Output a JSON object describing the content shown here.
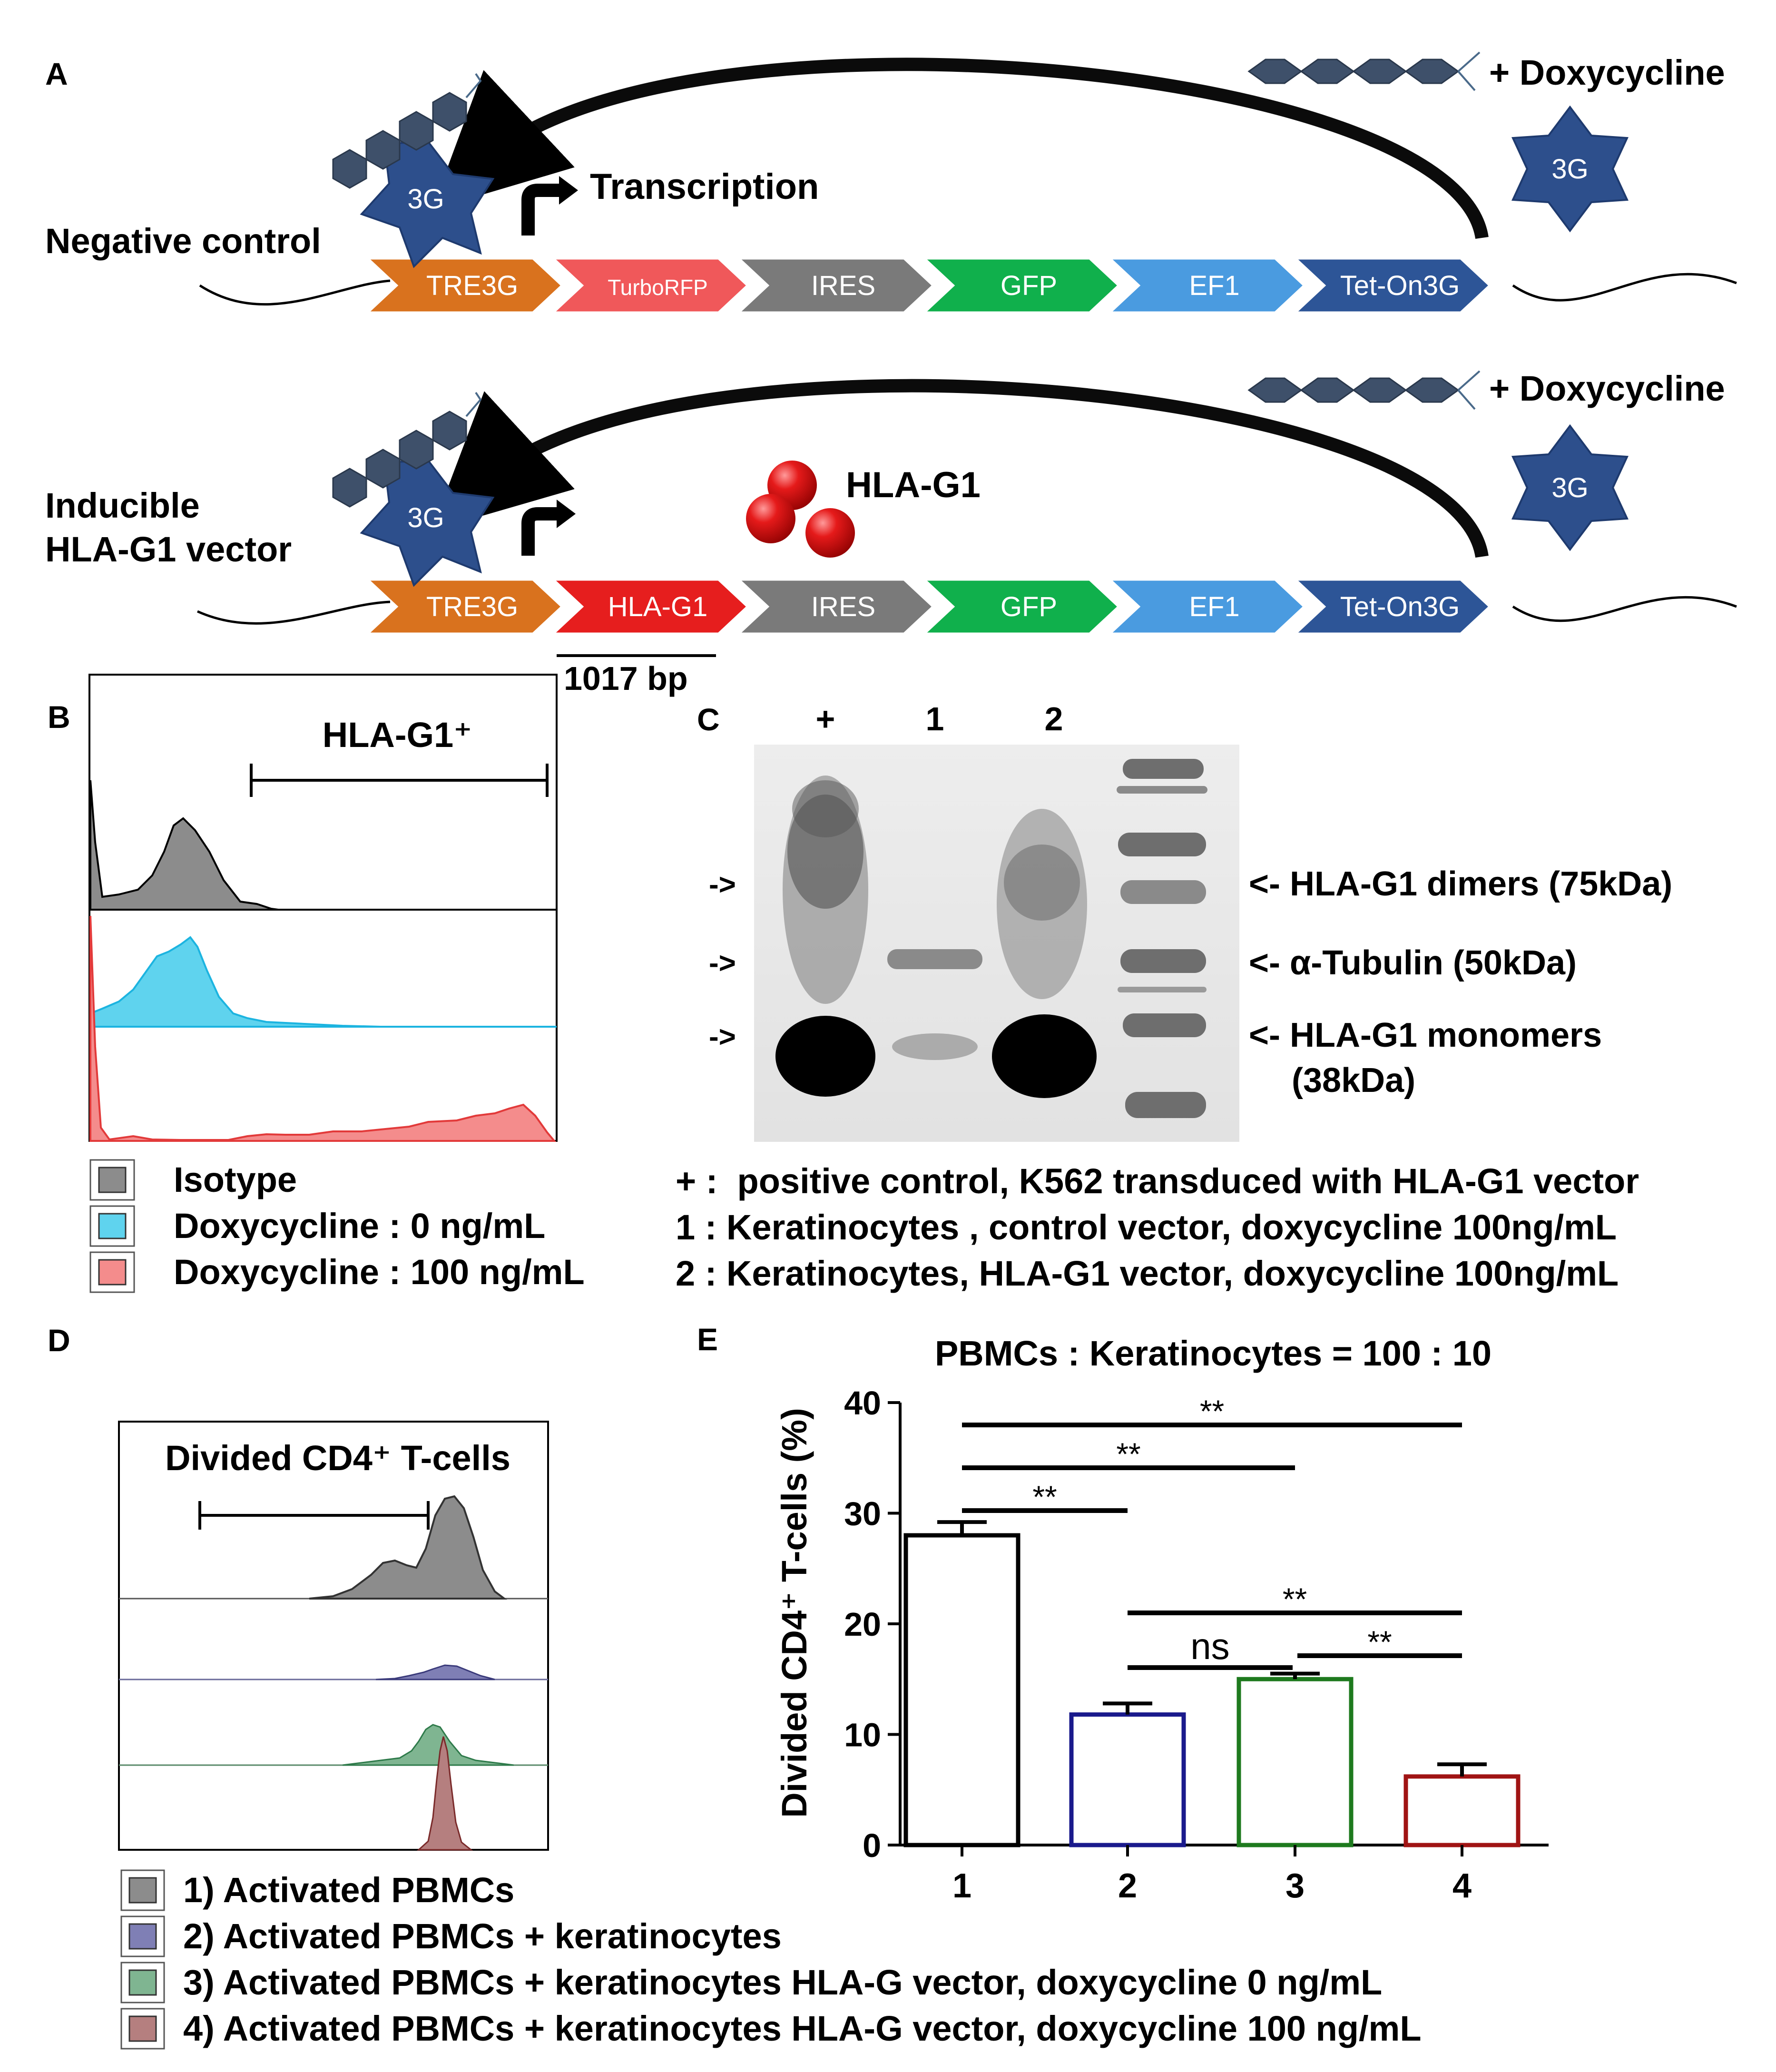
{
  "panel_labels": {
    "a": "A",
    "b": "B",
    "c": "C",
    "d": "D",
    "e": "E"
  },
  "panel_a": {
    "doxycycline_label": "+ Doxycycline",
    "tet_protein": "3G",
    "transcription_label": "Transcription",
    "rows": [
      {
        "name": "Negative control",
        "segments": [
          {
            "label": "TRE3G",
            "color": "#D9721E"
          },
          {
            "label": "TurboRFP",
            "color": "#F0585A"
          },
          {
            "label": "IRES",
            "color": "#7A7A7A"
          },
          {
            "label": "GFP",
            "color": "#10B04C"
          },
          {
            "label": "EF1",
            "color": "#4A9BE0"
          },
          {
            "label": "Tet-On3G",
            "color": "#2D5597"
          }
        ]
      },
      {
        "name_line1": "Inducible",
        "name_line2": "HLA-G1  vector",
        "segments": [
          {
            "label": "TRE3G",
            "color": "#D9721E"
          },
          {
            "label": "HLA-G1",
            "color": "#E61E1E"
          },
          {
            "label": "IRES",
            "color": "#7A7A7A"
          },
          {
            "label": "GFP",
            "color": "#10B04C"
          },
          {
            "label": "EF1",
            "color": "#4A9BE0"
          },
          {
            "label": "Tet-On3G",
            "color": "#2D5597"
          }
        ],
        "protein_label": "HLA-G1",
        "bp_label": "1017 bp"
      }
    ]
  },
  "panel_b": {
    "gate_label": "HLA-G1⁺",
    "legend": [
      {
        "label": "Isotype",
        "color": "#8C8C8C"
      },
      {
        "label": "Doxycycline : 0 ng/mL",
        "color": "#5FD3EE"
      },
      {
        "label": "Doxycycline : 100 ng/mL",
        "color": "#F48C8C"
      }
    ]
  },
  "panel_c": {
    "lane_labels": [
      "+",
      "1",
      "2"
    ],
    "arrow": "->",
    "band_labels": [
      "<- HLA-G1 dimers (75kDa)",
      "<- α-Tubulin  (50kDa)",
      "<- HLA-G1 monomers",
      "(38kDa)"
    ],
    "legend": [
      "+ :  positive control, K562 transduced with HLA-G1 vector",
      "1 : Keratinocytes , control vector, doxycycline 100ng/mL",
      "2 : Keratinocytes, HLA-G1 vector, doxycycline 100ng/mL"
    ]
  },
  "panel_d": {
    "gate_label": "Divided CD4⁺ T-cells",
    "legend": [
      {
        "label": "1) Activated PBMCs",
        "color": "#8C8C8C"
      },
      {
        "label": "2) Activated PBMCs + keratinocytes",
        "color": "#7F7FB5"
      },
      {
        "label": "3) Activated PBMCs + keratinocytes HLA-G vector, doxycycline 0 ng/mL",
        "color": "#7FB591"
      },
      {
        "label": "4) Activated PBMCs + keratinocytes HLA-G vector, doxycycline 100 ng/mL",
        "color": "#B57F7F"
      }
    ]
  },
  "chart_data": {
    "type": "bar",
    "title": "PBMCs : Keratinocytes = 100 : 10",
    "xlabel": "",
    "ylabel": "Divided CD4⁺ T-cells (%)",
    "categories": [
      "1",
      "2",
      "3",
      "4"
    ],
    "values": [
      28,
      11.8,
      15,
      6.2
    ],
    "errors": [
      1.2,
      1.0,
      0.5,
      1.1
    ],
    "bar_colors": [
      "#000000",
      "#1A1A8C",
      "#1E7A1E",
      "#A01414"
    ],
    "ylim": [
      0,
      40
    ],
    "yticks": [
      0,
      10,
      20,
      30,
      40
    ],
    "grid": false,
    "significance": [
      {
        "from": "1",
        "to": "2",
        "label": "**"
      },
      {
        "from": "1",
        "to": "3",
        "label": "**"
      },
      {
        "from": "1",
        "to": "4",
        "label": "**"
      },
      {
        "from": "2",
        "to": "3",
        "label": "ns"
      },
      {
        "from": "3",
        "to": "4",
        "label": "**"
      },
      {
        "from": "2",
        "to": "4",
        "label": "**"
      }
    ]
  }
}
